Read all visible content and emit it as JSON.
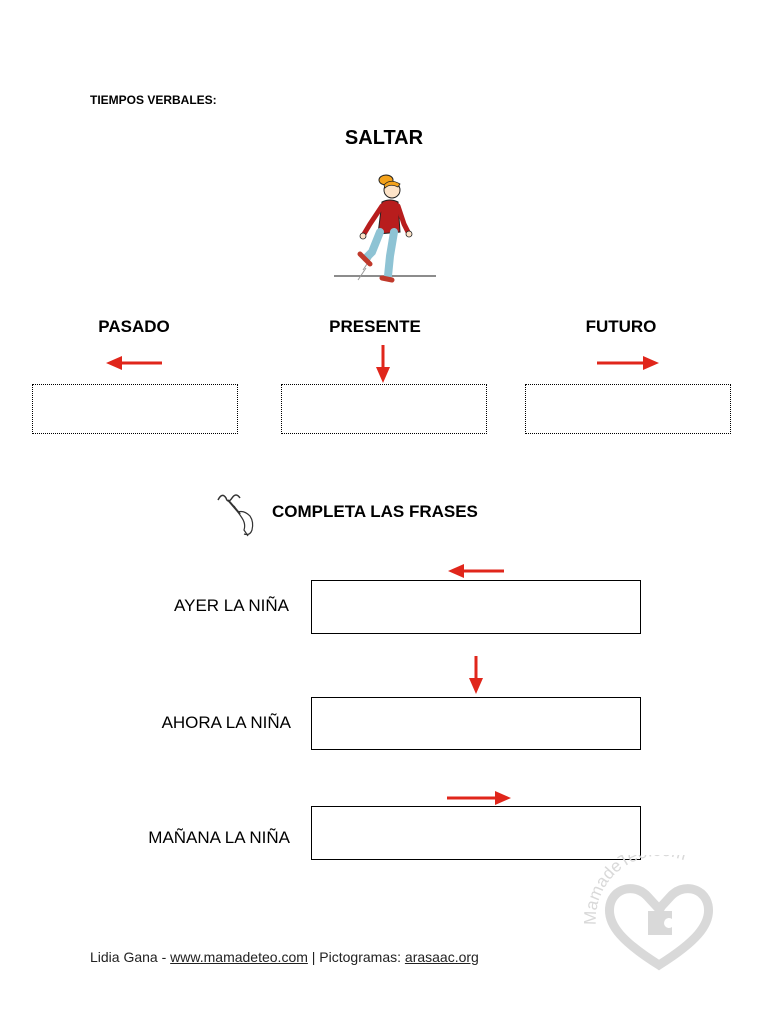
{
  "header": {
    "subtitle": "TIEMPOS VERBALES:",
    "title": "SALTAR"
  },
  "tenses": {
    "past": "PASADO",
    "present": "PRESENTE",
    "future": "FUTURO"
  },
  "instruction": {
    "text": "COMPLETA LAS FRASES",
    "icon": "writing-hand-icon"
  },
  "sentences": [
    {
      "label": "AYER LA NIÑA",
      "value": ""
    },
    {
      "label": "AHORA LA NIÑA",
      "value": ""
    },
    {
      "label": "MAÑANA LA NIÑA",
      "value": ""
    }
  ],
  "footer": {
    "author": "Lidia Gana - ",
    "site": "www.mamadeteo.com",
    "separator": " | Pictogramas: ",
    "picto_site": "arasaac.org"
  },
  "watermark": {
    "text": "MamadeTeo.com"
  },
  "colors": {
    "arrow": "#e0261b",
    "watermark": "#d9d9d9"
  }
}
